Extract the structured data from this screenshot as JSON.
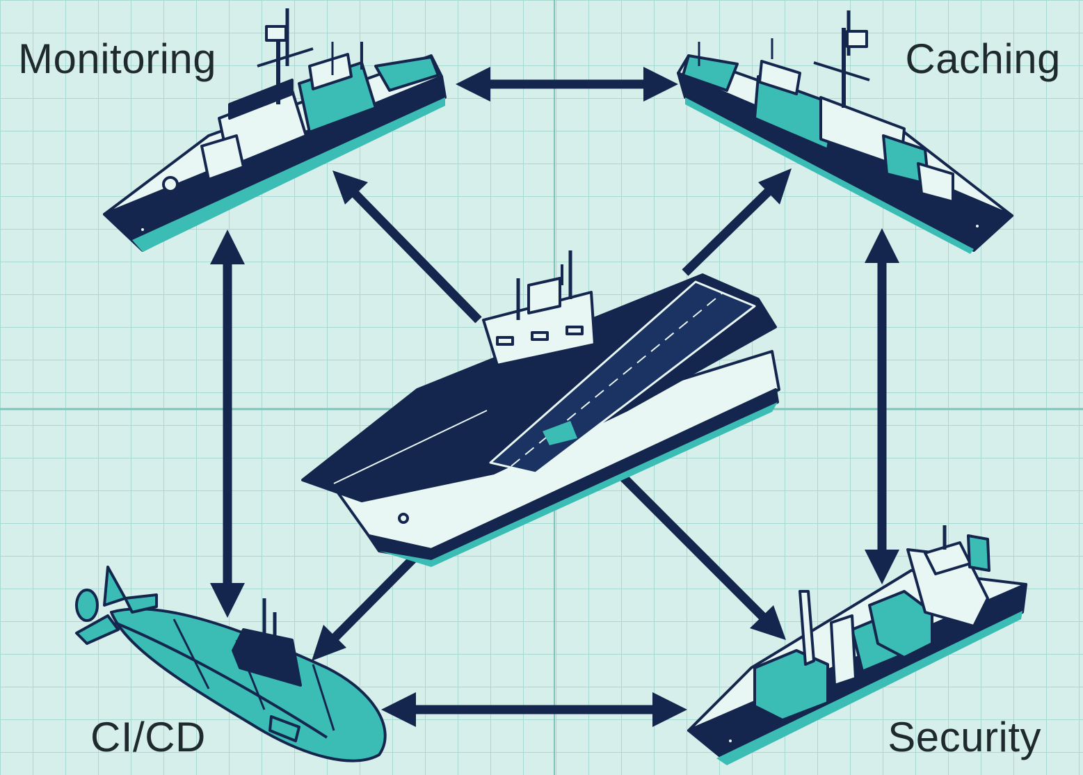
{
  "diagram": {
    "nodes": {
      "top_left": {
        "label": "Monitoring",
        "vessel": "destroyer-ship-icon"
      },
      "top_right": {
        "label": "Caching",
        "vessel": "destroyer-ship-icon"
      },
      "bottom_left": {
        "label": "CI/CD",
        "vessel": "submarine-icon"
      },
      "bottom_right": {
        "label": "Security",
        "vessel": "cargo-ship-icon"
      },
      "center": {
        "label": "",
        "vessel": "aircraft-carrier-icon"
      }
    },
    "edges": [
      {
        "from": "top_left",
        "to": "top_right",
        "style": "bidirectional"
      },
      {
        "from": "bottom_left",
        "to": "bottom_right",
        "style": "bidirectional"
      },
      {
        "from": "top_left",
        "to": "bottom_left",
        "style": "bidirectional"
      },
      {
        "from": "top_right",
        "to": "bottom_right",
        "style": "bidirectional"
      },
      {
        "from": "center",
        "to": "top_left",
        "style": "directed"
      },
      {
        "from": "center",
        "to": "top_right",
        "style": "directed"
      },
      {
        "from": "center",
        "to": "bottom_left",
        "style": "directed"
      },
      {
        "from": "center",
        "to": "bottom_right",
        "style": "directed"
      }
    ]
  },
  "colors": {
    "background": "#d6efea",
    "grid": "#9fd4cc",
    "navy": "#14264d",
    "teal": "#3bbcb4",
    "light": "#e8f6f4"
  }
}
